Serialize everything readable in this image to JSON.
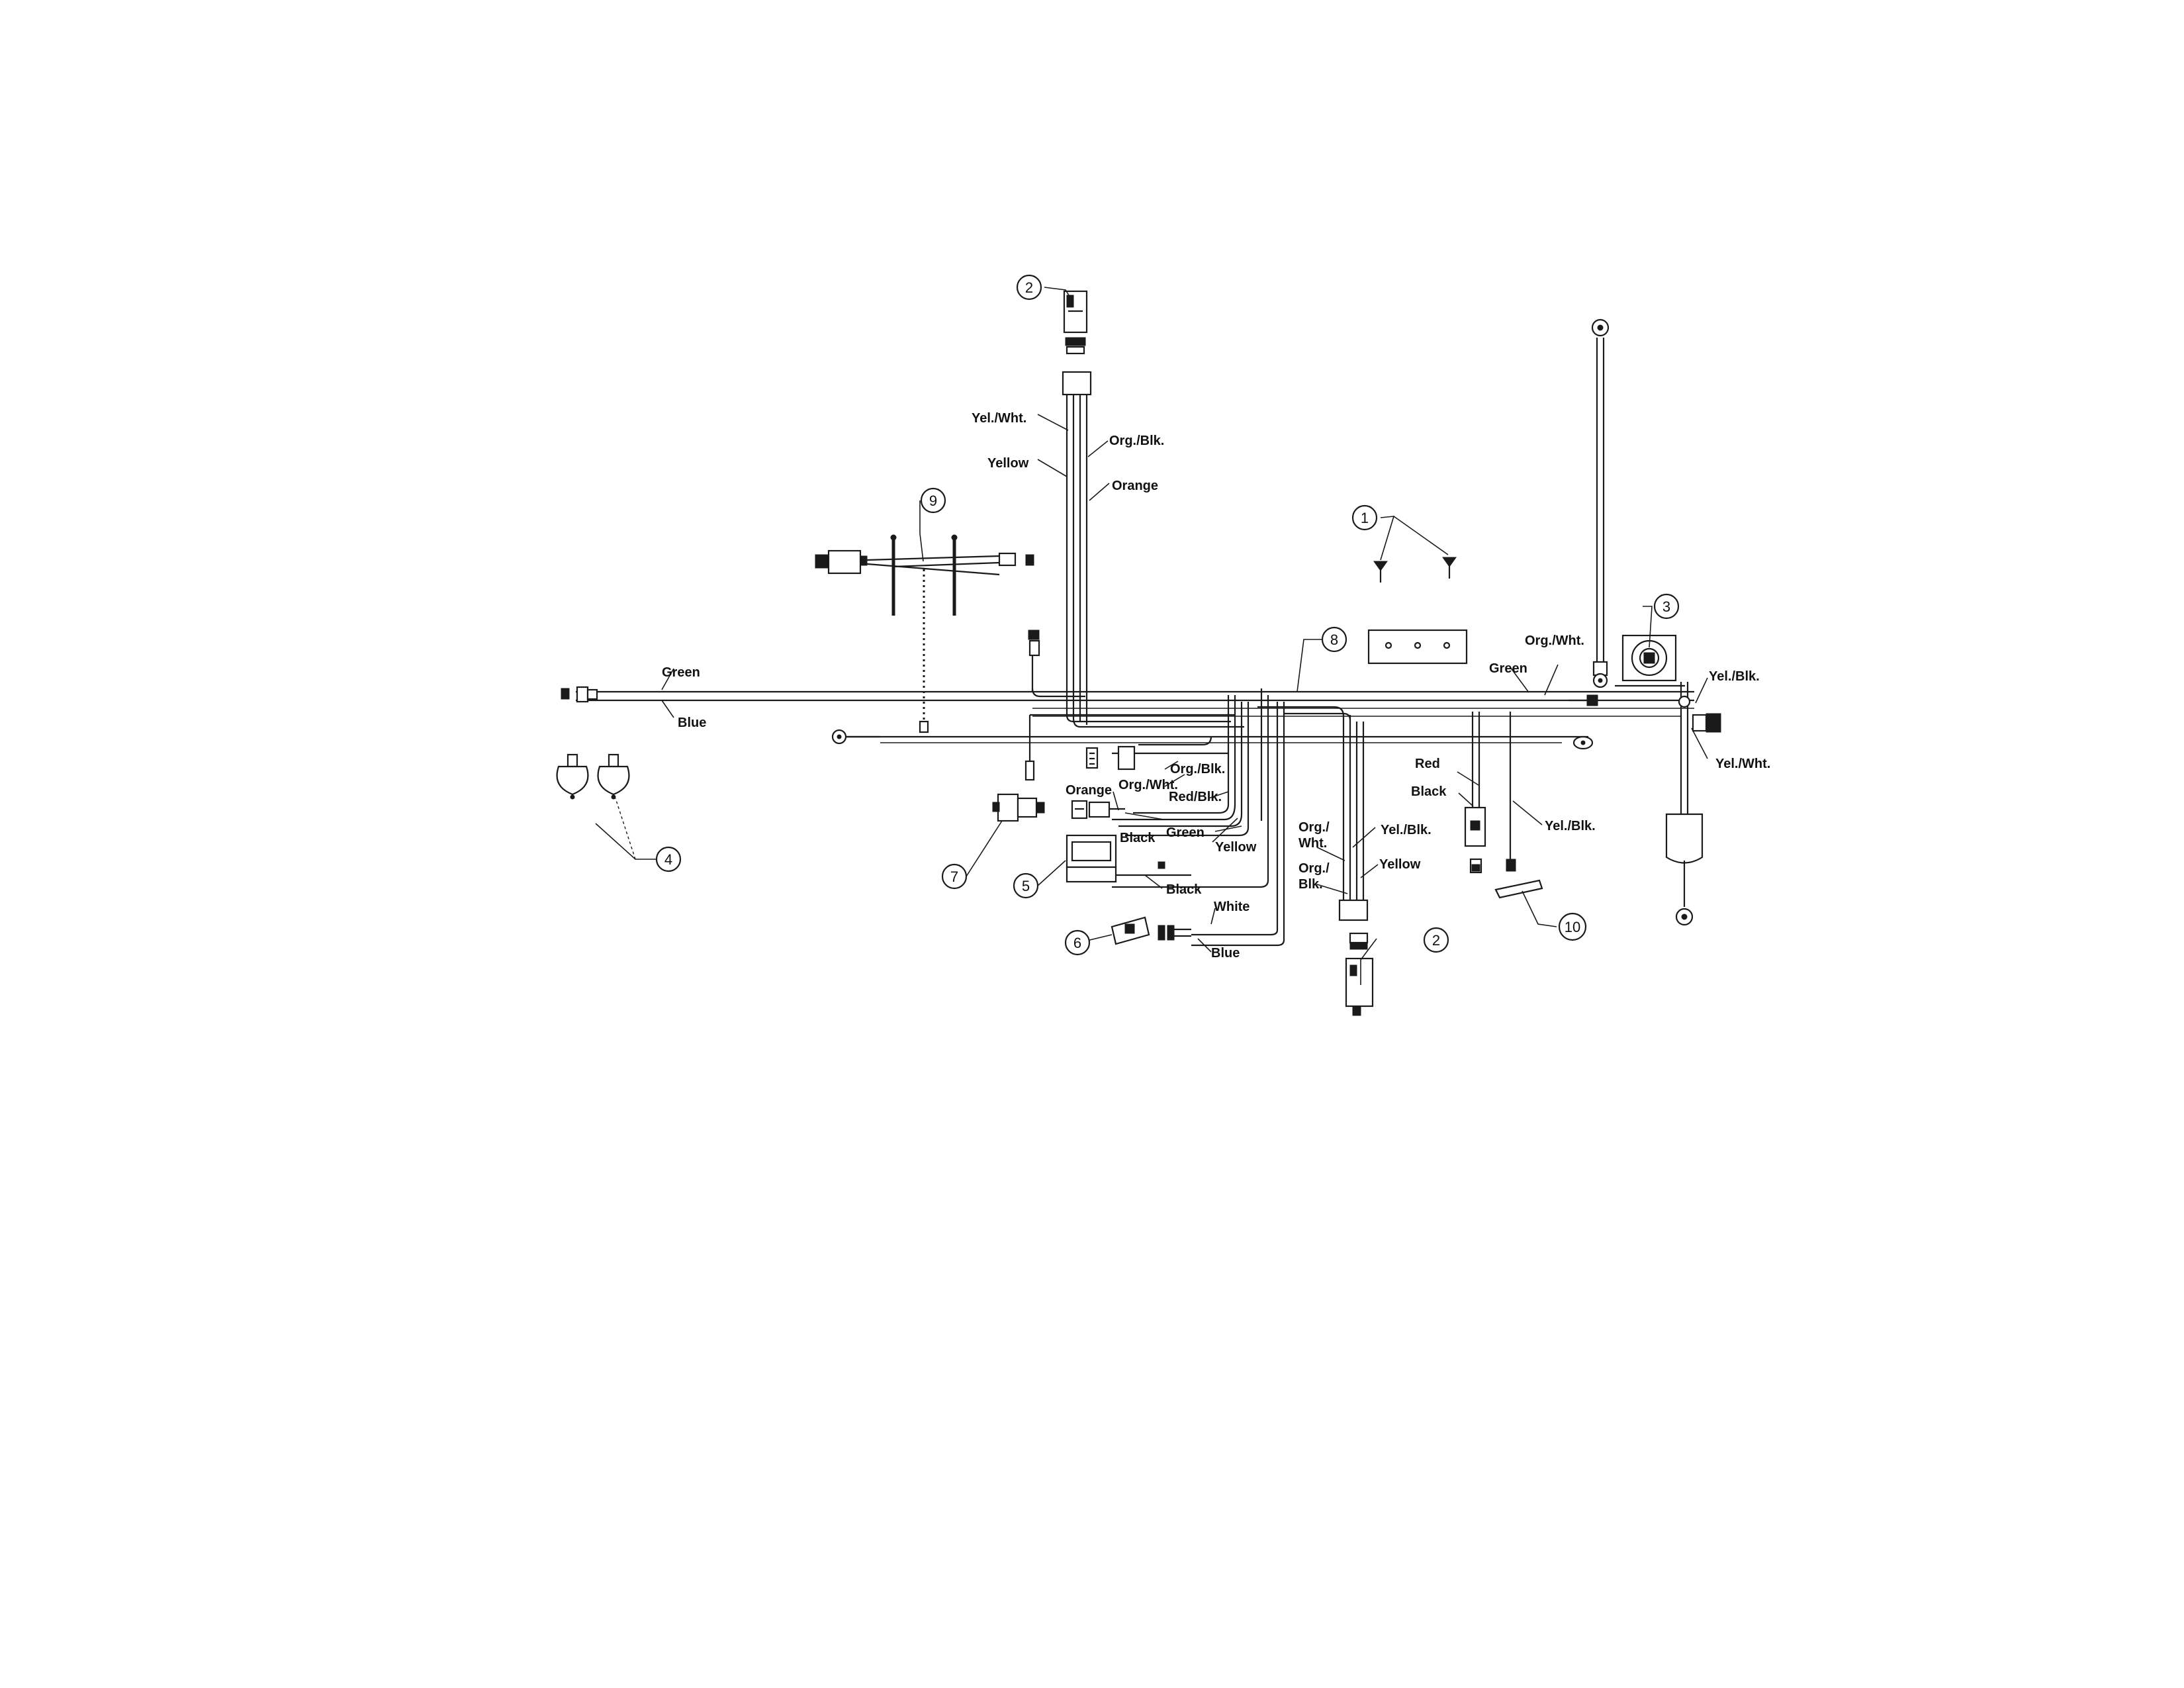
{
  "wire_labels": {
    "green_left": "Green",
    "blue_left": "Blue",
    "yel_wht_top": "Yel./Wht.",
    "org_blk_top": "Org./Blk.",
    "yellow_top": "Yellow",
    "orange_top": "Orange",
    "org_wht_right": "Org./Wht.",
    "green_right": "Green",
    "yel_blk_right": "Yel./Blk.",
    "yel_wht_right": "Yel./Wht.",
    "org_blk_mid": "Org./Blk.",
    "org_wht_mid": "Org./Wht.",
    "orange_mid": "Orange",
    "red_blk_mid": "Red/Blk.",
    "black_mid": "Black",
    "green_mid": "Green",
    "yellow_mid": "Yellow",
    "black_low": "Black",
    "white_low": "White",
    "blue_low": "Blue",
    "org_wht_lower_a": "Org./",
    "org_wht_lower_b": "Wht.",
    "org_blk_lower_a": "Org./",
    "org_blk_lower_b": "Blk.",
    "yel_blk_lower": "Yel./Blk.",
    "yellow_lower": "Yellow",
    "red_right": "Red",
    "black_right": "Black",
    "yel_blk_lower_right": "Yel./Blk."
  },
  "callouts": {
    "c1": "1",
    "c2_top": "2",
    "c2_bottom": "2",
    "c3": "3",
    "c4": "4",
    "c5": "5",
    "c6": "6",
    "c7": "7",
    "c8": "8",
    "c9": "9",
    "c10": "10"
  }
}
